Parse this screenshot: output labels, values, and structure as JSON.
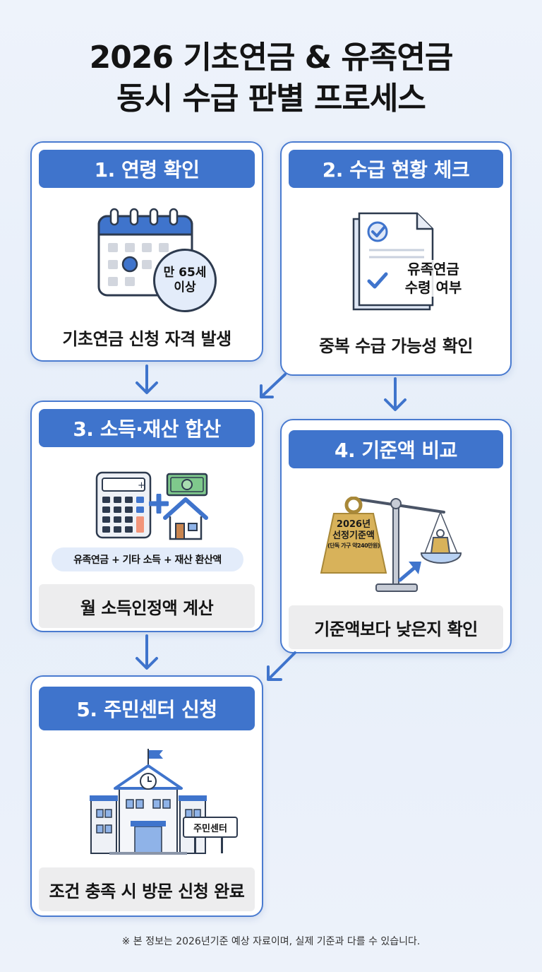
{
  "title": {
    "line1": "2026 기초연금 & 유족연금",
    "line2": "동시 수급 판별 프로세스"
  },
  "steps": [
    {
      "header": "1. 연령 확인",
      "badge_line1": "만 65세",
      "badge_line2": "이상",
      "caption": "기초연금 신청 자격 발생",
      "icon": "calendar-icon"
    },
    {
      "header": "2. 수급 현황 체크",
      "doc_line1": "유족연금",
      "doc_line2": "수령 여부",
      "caption": "중복 수급 가능성 확인",
      "icon": "document-check-icon"
    },
    {
      "header": "3. 소득·재산 합산",
      "formula": "유족연금 + 기타 소득 + 재산 환산액",
      "caption": "월 소득인정액 계산",
      "icon": "calculator-icon"
    },
    {
      "header": "4. 기준액 비교",
      "weight_line1": "2026년",
      "weight_line2": "선정기준액",
      "weight_line3": "(단독 가구 약240만원)",
      "caption": "기준액보다 낮은지 확인",
      "icon": "scale-icon"
    },
    {
      "header": "5. 주민센터 신청",
      "sign": "주민센터",
      "caption": "조건 충족 시 방문 신청 완료",
      "icon": "building-icon"
    }
  ],
  "footnote": "※ 본 정보는 2026년기준 예상 자료이며, 실제 기준과 다를 수 있습니다.",
  "colors": {
    "accent": "#3f74cc",
    "border": "#4a7bd0",
    "background": "#eaf0fa",
    "grey_box": "#ededee",
    "gold": "#d8b25a"
  }
}
